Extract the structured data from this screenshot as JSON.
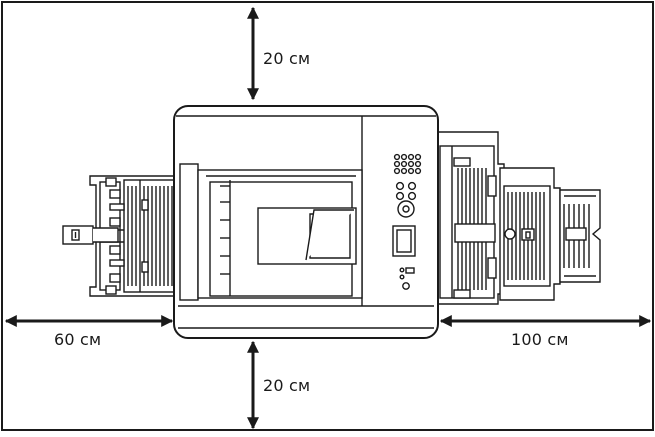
{
  "diagram": {
    "clearances": {
      "top": "20 см",
      "bottom": "20 см",
      "left": "60 см",
      "right": "100 см"
    },
    "colors": {
      "line": "#1a1a1a",
      "body": "#ffffff"
    }
  }
}
